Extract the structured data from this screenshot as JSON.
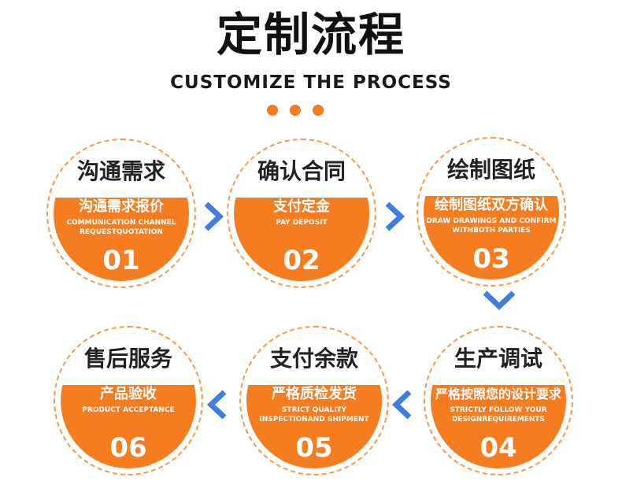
{
  "title": "定制流程",
  "subtitle": "CUSTOMIZE THE PROCESS",
  "colors": {
    "accent": "#f57c1f",
    "arrow": "#3f7ee0"
  },
  "steps": [
    {
      "heading": "沟通需求",
      "zh": "沟通需求报价",
      "en": [
        "COMMUNICATION CHANNEL",
        "REQUESTQUOTATION"
      ],
      "number": "01"
    },
    {
      "heading": "确认合同",
      "zh": "支付定金",
      "en": [
        "PAY DEPOSIT"
      ],
      "number": "02"
    },
    {
      "heading": "绘制图纸",
      "zh": "绘制图纸双方确认",
      "en": [
        "DRAW DRAWINGS AND CONFIRM",
        "WITHBOTH PARTIES"
      ],
      "number": "03"
    },
    {
      "heading": "生产调试",
      "zh": "严格按照您的设计要求",
      "en": [
        "STRICTLY FOLLOW YOUR",
        "DESIGNREQUIREMENTS"
      ],
      "number": "04"
    },
    {
      "heading": "支付余款",
      "zh": "严格质检发货",
      "en": [
        "STRICT QUALITY",
        "INSPECTIONAND SHIPMENT"
      ],
      "number": "05"
    },
    {
      "heading": "售后服务",
      "zh": "产品验收",
      "en": [
        "PRODUCT ACCEPTANCE"
      ],
      "number": "06"
    }
  ]
}
